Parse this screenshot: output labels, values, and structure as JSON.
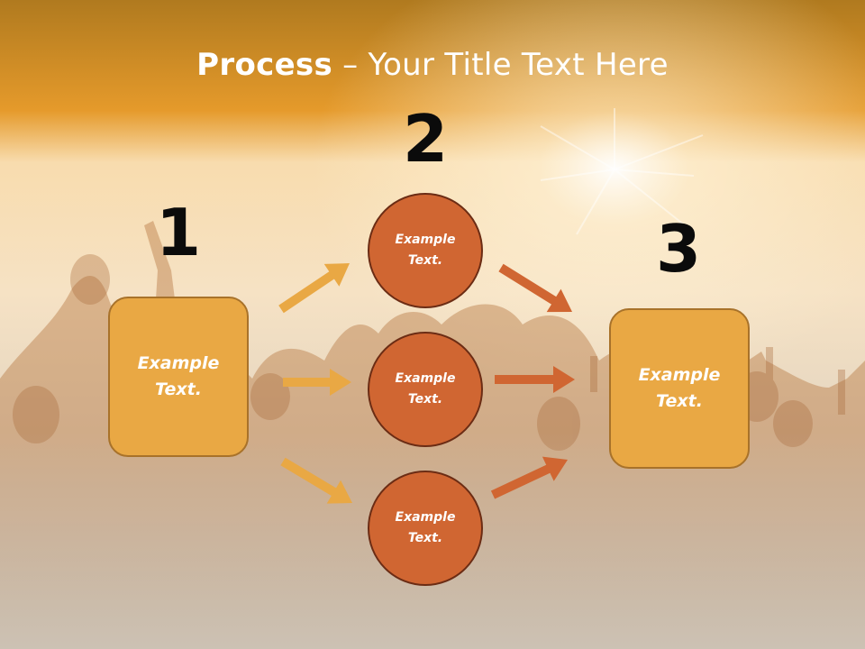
{
  "title": {
    "strong": "Process",
    "rest": " – Your Title Text Here"
  },
  "steps": [
    {
      "number": "1",
      "label": "Example\nText."
    },
    {
      "number": "2",
      "label": "Example\nText."
    },
    {
      "number": "3",
      "label": "Example\nText."
    }
  ],
  "circles": [
    {
      "label": "Example\nText."
    },
    {
      "label": "Example\nText."
    },
    {
      "label": "Example\nText."
    }
  ],
  "colors": {
    "box_fill": "#e9a844",
    "circle_fill": "#d06632",
    "arrow_left": "#e9a844",
    "arrow_right": "#d06632"
  }
}
